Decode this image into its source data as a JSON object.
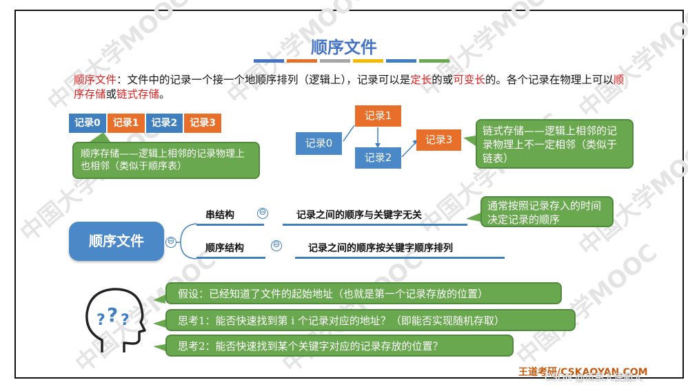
{
  "title": "顺序文件",
  "title_bar_colors": [
    "#4472c4",
    "#e86f2a",
    "#a5a5a5",
    "#f5b800",
    "#3f7fc0",
    "#6aa84f"
  ],
  "watermark": "中国大学MOOC",
  "intro": {
    "t1": "顺序文件",
    "t2": "：文件中的记录一个接一个地顺序排列（逻辑上），记录可以是",
    "t3": "定长",
    "t4": "的或",
    "t5": "可变长",
    "t6": "的。各个记录在物理上可以",
    "t7": "顺序存储",
    "t8": "或",
    "t9": "链式存储",
    "t10": "。"
  },
  "records": [
    "记录0",
    "记录1",
    "记录2",
    "记录3"
  ],
  "seq_callout": "顺序存储——逻辑上相邻的记录物理上也相邻（类似于顺序表）",
  "linked": {
    "r0": "记录0",
    "r1": "记录1",
    "r2": "记录2",
    "r3": "记录3",
    "callout": "链式存储——逻辑上相邻的记录物理上不一定相邻（类似于链表）"
  },
  "mindmap": {
    "root": "顺序文件",
    "branch1": "串结构",
    "branch1_desc": "记录之间的顺序与关键字无关",
    "branch1_note": "通常按照记录存入的时间决定记录的顺序",
    "branch2": "顺序结构",
    "branch2_desc": "记录之间的顺序按关键字顺序排列",
    "collapse_symbol": "⊖"
  },
  "think": {
    "icon": "thinking-head-icon",
    "assume": "假设：已经知道了文件的起始地址（也就是第一个记录存放的位置）",
    "q1": "思考1：能否快速找到第 i 个记录对应的地址？（即能否实现随机存取）",
    "q2": "思考2：能否快速找到某个关键字对应的记录存放的位置？"
  },
  "footer": "王道考研/CSKAOYAN.COM",
  "csdn": "CSDN @瓜系人使超人"
}
